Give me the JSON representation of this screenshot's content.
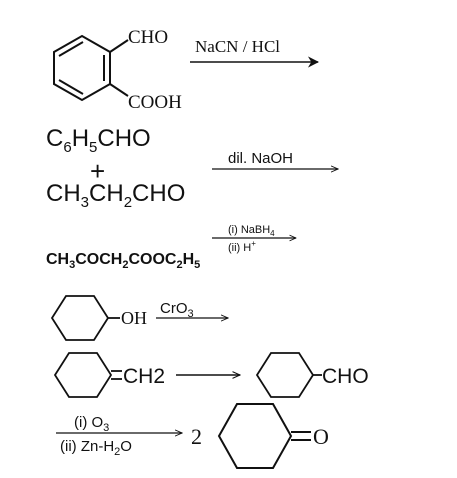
{
  "reaction_1": {
    "substituent_top": "CHO",
    "substituent_bottom": "COOH",
    "reagent": "NaCN / HCl"
  },
  "reaction_2": {
    "reactant_a": {
      "c": "C",
      "n1": "6",
      "h": "H",
      "n2": "5",
      "rest": "CHO"
    },
    "plus": "+",
    "reactant_b": {
      "p1": "CH",
      "n1": "3",
      "p2": "CH",
      "n2": "2",
      "p3": "CHO"
    },
    "reagent": "dil. NaOH"
  },
  "reaction_3": {
    "reactant": {
      "p1": "CH",
      "n1": "3",
      "p2": "COCH",
      "n2": "2",
      "p3": "COOC",
      "n3": "2",
      "p4": "H",
      "n4": "5"
    },
    "reagent_top": {
      "text": "(i) NaBH",
      "sub": "4"
    },
    "reagent_bottom": {
      "text": "(ii) H",
      "sup": "+"
    }
  },
  "reaction_4": {
    "substituent": "OH",
    "reagent": {
      "text": "CrO",
      "sub": "3"
    }
  },
  "reaction_5": {
    "reactant_substituent": "CH",
    "reactant_sub": "2",
    "product_substituent": "CHO"
  },
  "reaction_6": {
    "reagent_top": {
      "text": "(i) O",
      "sub": "3"
    },
    "reagent_bottom": {
      "text": "(ii) Zn-H",
      "sub": "2",
      "rest": "O"
    },
    "coefficient": "2",
    "product_atom": "O"
  }
}
